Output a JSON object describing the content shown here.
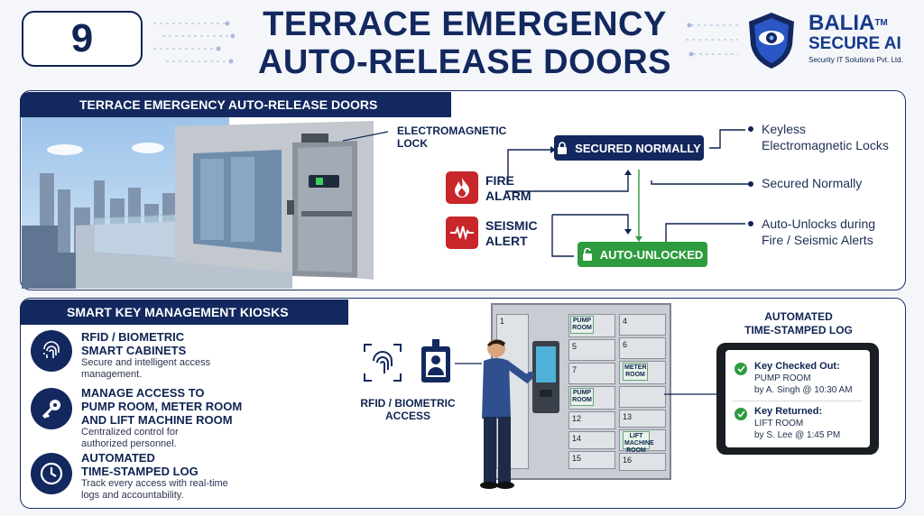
{
  "header": {
    "number": "9",
    "title_line1": "TERRACE EMERGENCY",
    "title_line2": "AUTO-RELEASE DOORS"
  },
  "brand": {
    "name": "BALIA",
    "tm": "TM",
    "sub": "SECURE AI",
    "tagline": "Security IT Solutions Pvt. Ltd."
  },
  "section1": {
    "ribbon": "TERRACE EMERGENCY AUTO-RELEASE DOORS",
    "em_lock_label_1": "ELECTROMAGNETIC",
    "em_lock_label_2": "LOCK",
    "fire_1": "FIRE",
    "fire_2": "ALARM",
    "seismic_1": "SEISMIC",
    "seismic_2": "ALERT",
    "secured_state": "SECURED NORMALLY",
    "unlocked_state": "AUTO-UNLOCKED",
    "notes": [
      {
        "line1": "Keyless",
        "line2": "Electromagnetic Locks"
      },
      {
        "line1": "Secured Normally",
        "line2": ""
      },
      {
        "line1": "Auto-Unlocks during",
        "line2": "Fire / Seismic Alerts"
      }
    ]
  },
  "section2": {
    "ribbon": "SMART KEY MANAGEMENT KIOSKS",
    "features": [
      {
        "t1": "RFID / BIOMETRIC",
        "t2": "SMART CABINETS",
        "t3": "",
        "d1": "Secure and intelligent access",
        "d2": "management."
      },
      {
        "t1": "MANAGE ACCESS TO",
        "t2": "PUMP ROOM, METER ROOM",
        "t3": "AND LIFT MACHINE ROOM",
        "d1": "Centralized control for",
        "d2": "authorized personnel."
      },
      {
        "t1": "AUTOMATED",
        "t2": "TIME-STAMPED LOG",
        "t3": "",
        "d1": "Track every access with real-time",
        "d2": "logs and accountability."
      }
    ],
    "access_label_1": "RFID / BIOMETRIC",
    "access_label_2": "ACCESS",
    "locker": {
      "cells": [
        "1",
        "5",
        "7",
        "12",
        "14",
        "15",
        "4",
        "6",
        "13",
        "16"
      ],
      "tags": {
        "pump1": "PUMP ROOM",
        "pump2": "PUMP ROOM",
        "meter": "METER ROOM",
        "lift": "LIFT MACHINE ROOM"
      }
    },
    "log": {
      "title_1": "AUTOMATED",
      "title_2": "TIME-STAMPED LOG",
      "entries": [
        {
          "title": "Key Checked Out:",
          "room": "PUMP ROOM",
          "by": "by A. Singh @ 10:30 AM"
        },
        {
          "title": "Key Returned:",
          "room": "LIFT ROOM",
          "by": "by S. Lee @ 1:45 PM"
        }
      ]
    }
  },
  "colors": {
    "navy": "#13285e",
    "green": "#2e9b3e",
    "red": "#c8262a"
  }
}
